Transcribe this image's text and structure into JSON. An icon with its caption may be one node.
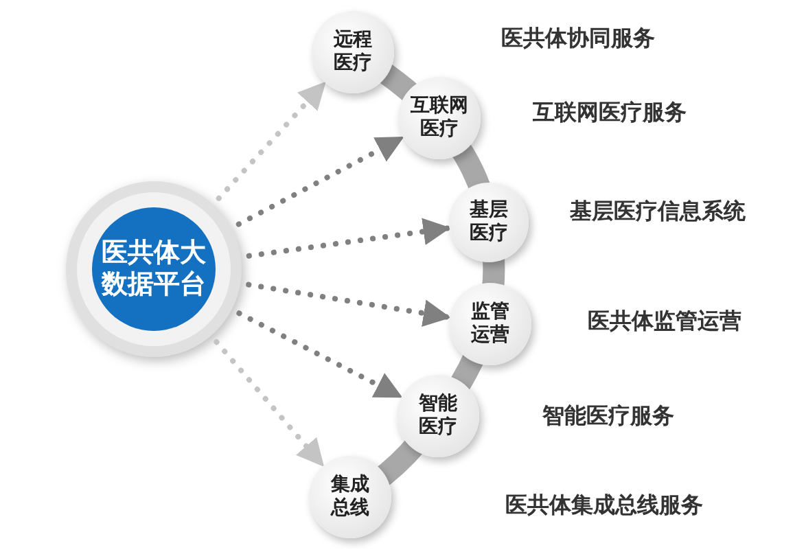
{
  "diagram": {
    "nodes": [
      {
        "text": [
          "医共体大数据平台"
        ]
      },
      {
        "text": [
          "远程医疗"
        ]
      },
      {
        "text": [
          "互联网医疗"
        ]
      },
      {
        "text": [
          "基层医疗"
        ]
      },
      {
        "text": [
          "监管运营"
        ]
      },
      {
        "text": [
          "智能医疗"
        ]
      },
      {
        "text": [
          "集成总线"
        ]
      }
    ],
    "edges": [
      {
        "from": 0,
        "to": 1,
        "arrow": "to",
        "color": "#c4c4c4"
      },
      {
        "from": 0,
        "to": 2,
        "arrow": "to"
      },
      {
        "from": 0,
        "to": 3,
        "arrow": "to"
      },
      {
        "from": 0,
        "to": 4,
        "arrow": "to"
      },
      {
        "from": 0,
        "to": 5,
        "arrow": "to"
      },
      {
        "from": 0,
        "to": 6,
        "arrow": "to",
        "color": "#c4c4c4"
      }
    ],
    "labels": [
      "医共体协同服务",
      "互联网医疗服务",
      "基层医疗信息系统",
      "医共体监管运营",
      "智能医疗服务",
      "医共体集成总线服务"
    ]
  }
}
